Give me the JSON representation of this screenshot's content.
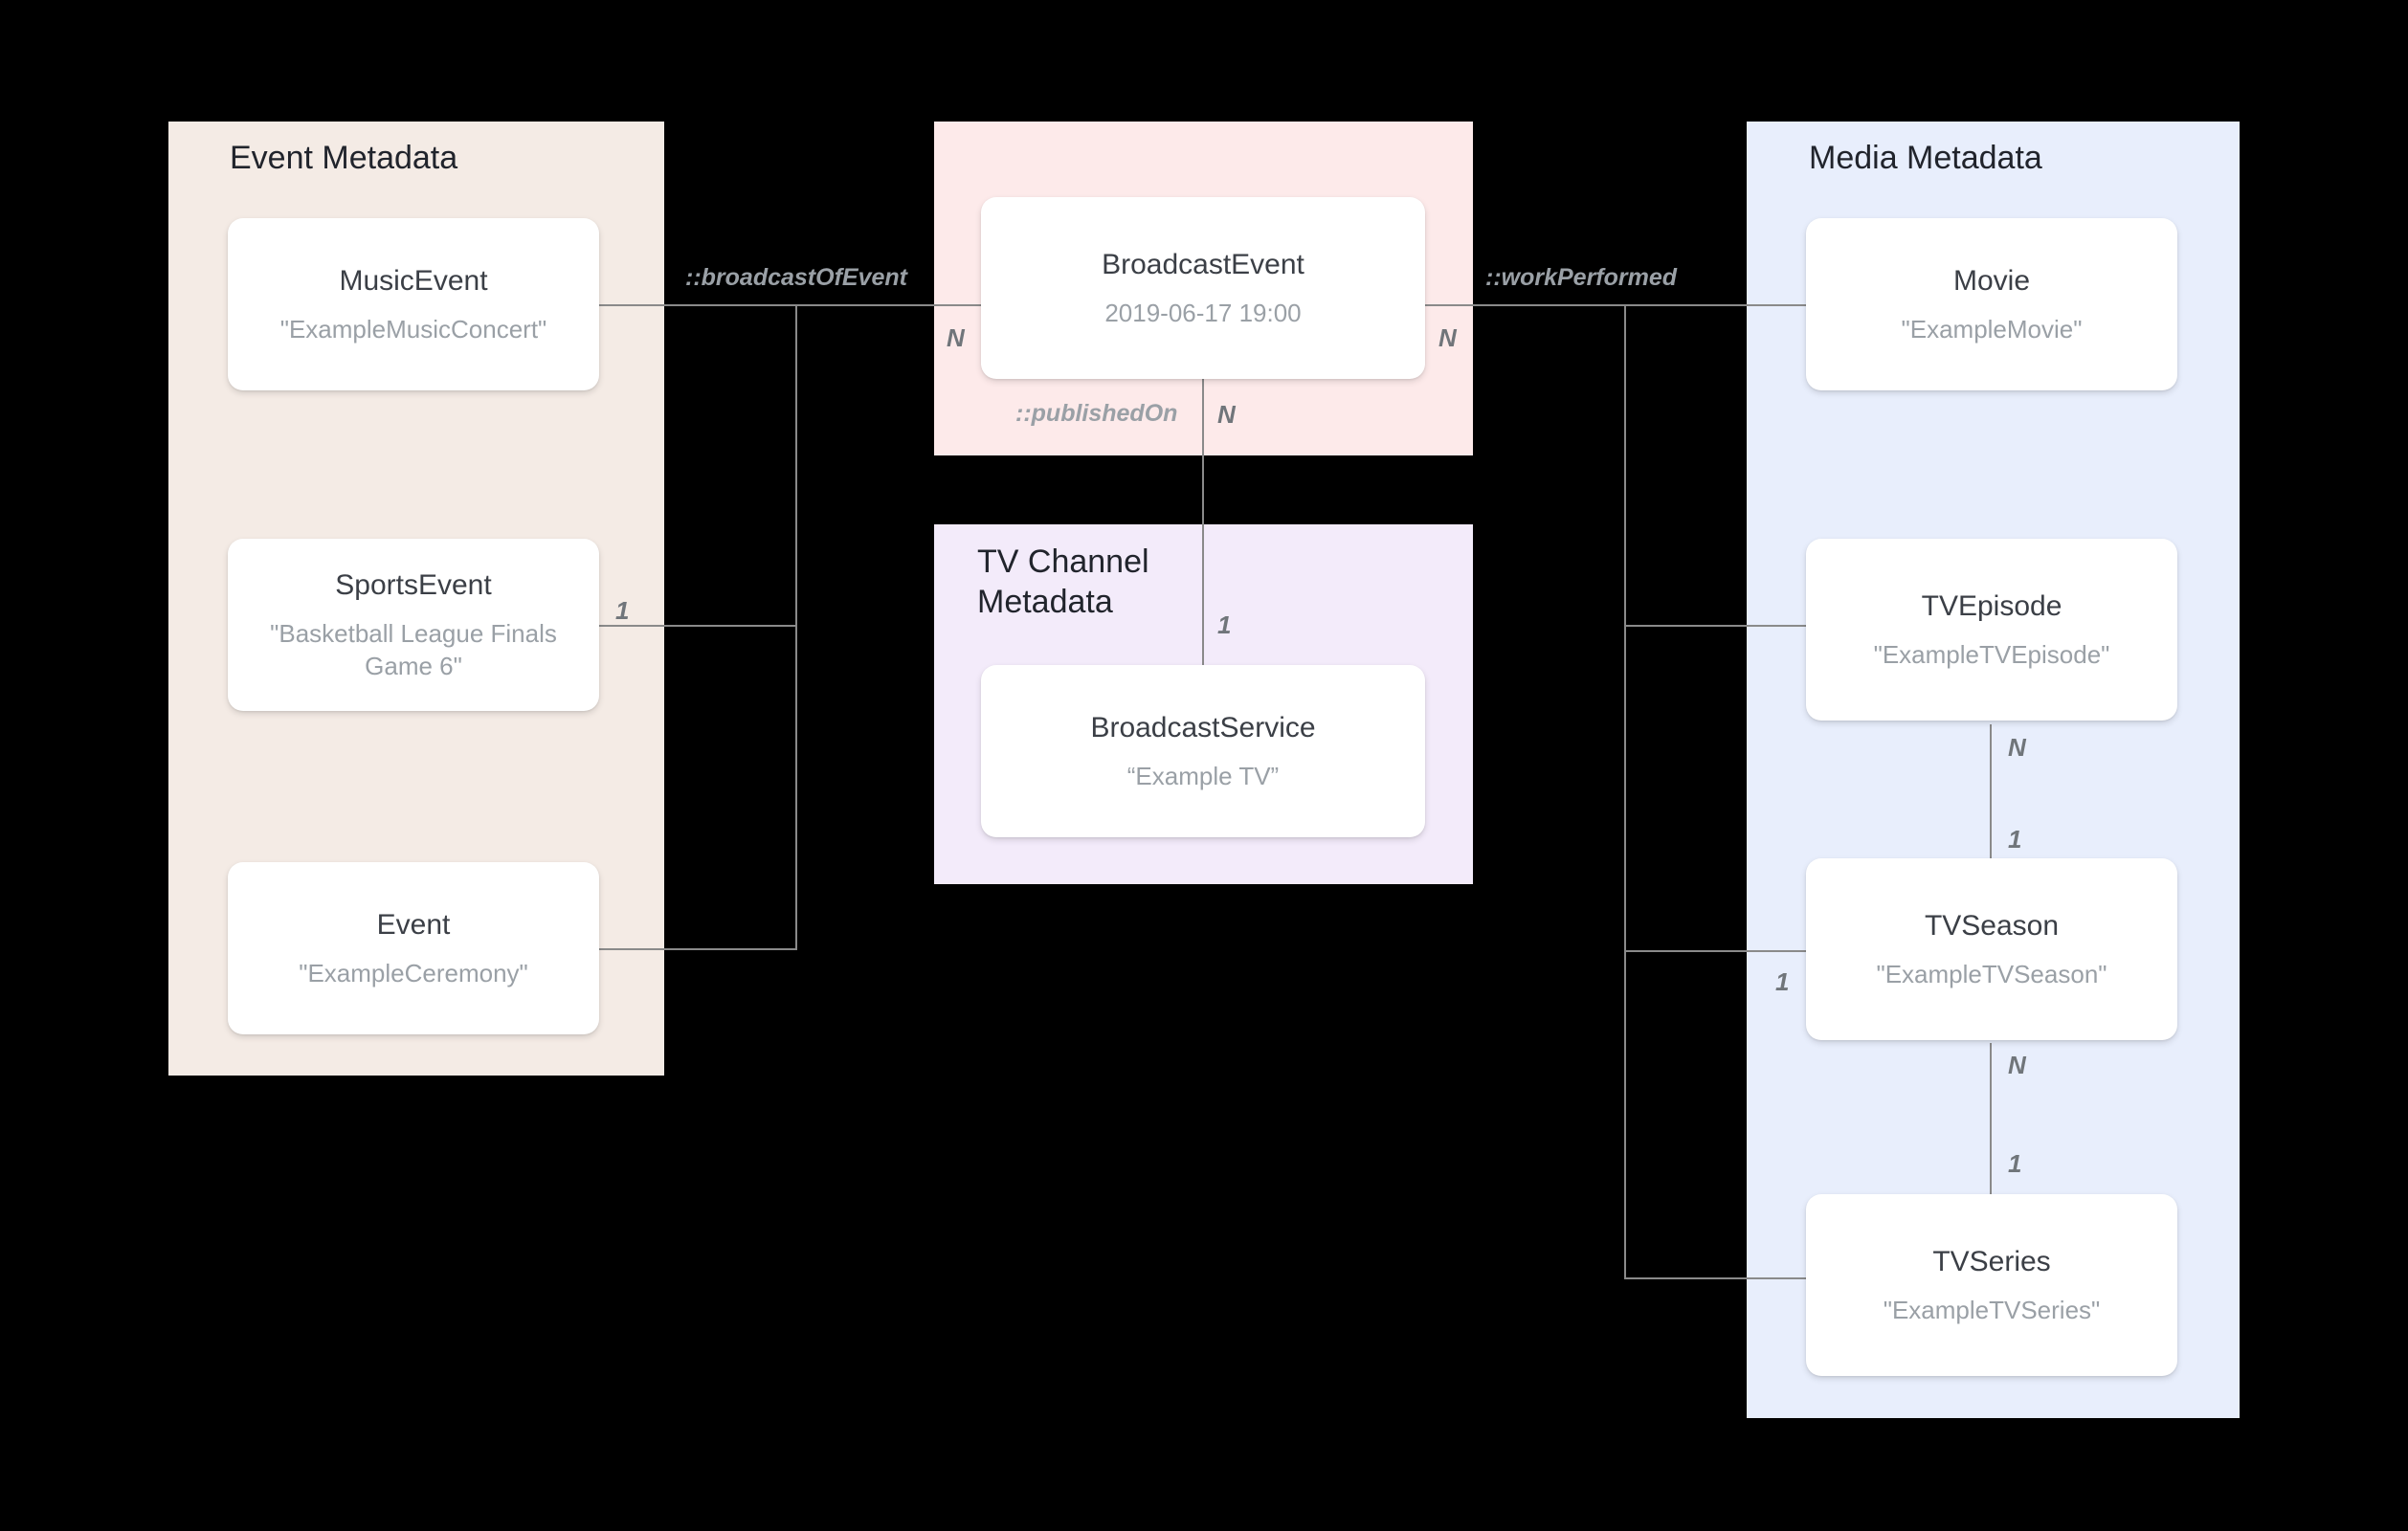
{
  "diagram": {
    "title": "Broadcast / Media metadata entity relationship diagram",
    "background": "#000000"
  },
  "groups": [
    {
      "id": "event-metadata",
      "label": "Event Metadata",
      "color": "#f4ebe5"
    },
    {
      "id": "broadcast-metadata",
      "label": "",
      "color": "#fdeaea"
    },
    {
      "id": "tv-channel-metadata",
      "label": "TV Channel\nMetadata",
      "color": "#f3ebfa"
    },
    {
      "id": "media-metadata",
      "label": "Media Metadata",
      "color": "#e8eefc"
    }
  ],
  "entities": [
    {
      "id": "music-event",
      "type": "MusicEvent",
      "value": "\"ExampleMusicConcert\""
    },
    {
      "id": "sports-event",
      "type": "SportsEvent",
      "value": "\"Basketball League Finals Game 6\""
    },
    {
      "id": "event",
      "type": "Event",
      "value": "\"ExampleCeremony\""
    },
    {
      "id": "broadcast-event",
      "type": "BroadcastEvent",
      "value": "2019-06-17 19:00"
    },
    {
      "id": "broadcast-service",
      "type": "BroadcastService",
      "value": "“Example TV”"
    },
    {
      "id": "movie",
      "type": "Movie",
      "value": "\"ExampleMovie\""
    },
    {
      "id": "tv-episode",
      "type": "TVEpisode",
      "value": "\"ExampleTVEpisode\""
    },
    {
      "id": "tv-season",
      "type": "TVSeason",
      "value": "\"ExampleTVSeason\""
    },
    {
      "id": "tv-series",
      "type": "TVSeries",
      "value": "\"ExampleTVSeries\""
    }
  ],
  "relations": [
    {
      "id": "broadcast-of-event",
      "label": "::broadcastOfEvent"
    },
    {
      "id": "work-performed",
      "label": "::workPerformed"
    },
    {
      "id": "published-on",
      "label": "::publishedOn"
    }
  ],
  "cardinalities": {
    "sports_event_one": "1",
    "broadcast_event_left_n": "N",
    "broadcast_event_right_n": "N",
    "published_on_n": "N",
    "broadcast_service_one": "1",
    "tv_episode_n": "N",
    "tv_season_one_top": "1",
    "tv_season_one_left": "1",
    "tv_season_n": "N",
    "tv_series_one": "1"
  }
}
